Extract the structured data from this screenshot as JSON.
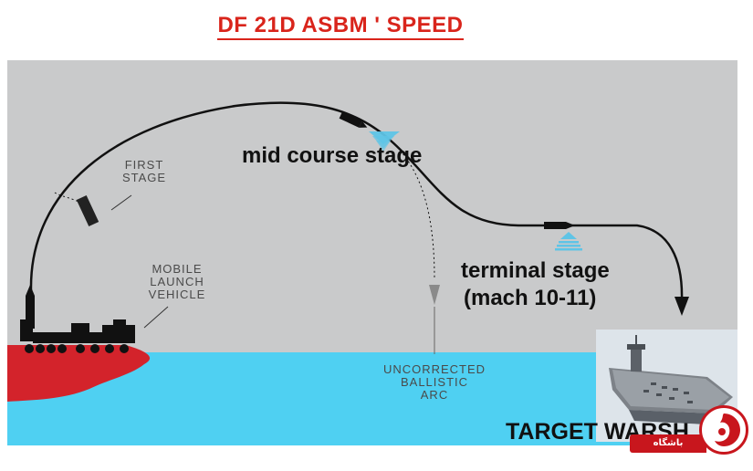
{
  "title": "DF 21D ASBM ' SPEED",
  "labels": {
    "first_stage": [
      "FIRST",
      "STAGE"
    ],
    "mobile_launch_vehicle": [
      "MOBILE",
      "LAUNCH",
      "VEHICLE"
    ],
    "uncorrected_ballistic_arc": [
      "UNCORRECTED",
      "BALLISTIC",
      "ARC"
    ],
    "mid_course_stage": "mid course stage",
    "terminal_stage": "terminal stage",
    "terminal_speed": "(mach 10-11)",
    "target": "TARGET WARSH"
  },
  "watermark": {
    "text": "باشگاه خبرنگاران"
  },
  "colors": {
    "title": "#d9241b",
    "sky": "#c9cacb",
    "sea": "#4fd0f2",
    "land": "#d3232b",
    "trajectory": "#111111",
    "radar": "#5fc4e6"
  }
}
